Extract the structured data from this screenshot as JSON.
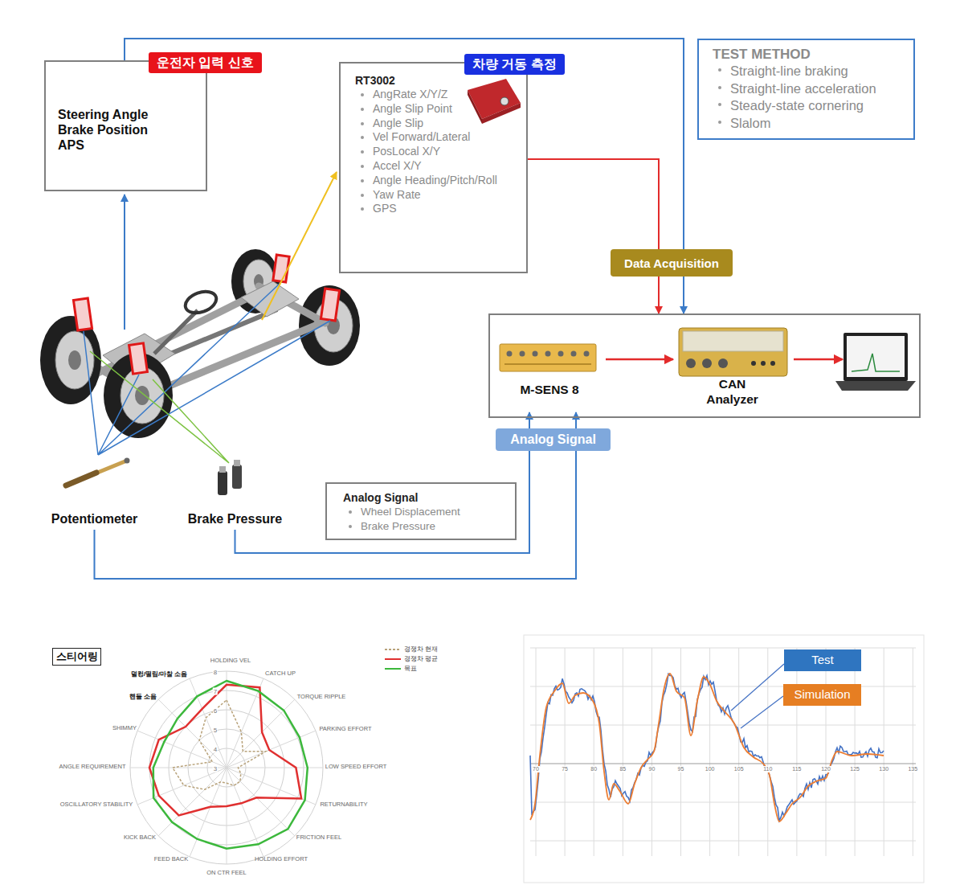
{
  "diagram": {
    "nodes": [
      {
        "text": [
          "운전자 입력 신호",
          "Steering Angle Brake Position APS"
        ]
      },
      {
        "text": [
          "차량 거동 측정",
          "RT3002",
          "AngRate X/Y/Z",
          "Angle Slip Point",
          "Angle Slip",
          "Vel Forward/Lateral",
          "PosLocal X/Y",
          "Accel X/Y",
          "Angle Heading/Pitch/Roll",
          "Yaw Rate",
          "GPS"
        ]
      },
      {
        "text": [
          "TEST METHOD",
          "Straight-line braking",
          "Straight-line acceleration",
          "Steady-state cornering",
          "Slalom"
        ]
      },
      {
        "text": []
      },
      {
        "text": [
          "M-SENS 8"
        ],
        "in": 3
      },
      {
        "text": [
          "CAN Analyzer"
        ],
        "in": 3
      },
      {
        "text": [
          "Analog Signal",
          "Wheel Displacement",
          "Brake Pressure"
        ]
      },
      {
        "text": [
          "Potentiometer"
        ]
      },
      {
        "text": [
          "Brake Pressure"
        ]
      },
      {
        "text": [
          "스티어링"
        ]
      },
      {
        "text": [
          "Test"
        ]
      },
      {
        "text": [
          "Simulation"
        ]
      }
    ],
    "edges": [
      {
        "from": 0,
        "to": 3,
        "arrow": "to"
      },
      {
        "from": 1,
        "to": 3,
        "label": "Data Acquisition",
        "arrow": "to"
      },
      {
        "from": 4,
        "to": 5,
        "arrow": "to"
      },
      {
        "from": 8,
        "to": 4,
        "label": "Analog Signal",
        "arrow": "to"
      },
      {
        "from": 7,
        "to": 4,
        "arrow": "to"
      }
    ],
    "labels": [
      "HOLDING VEL",
      "CATCH UP",
      "TORQUE RIPPLE",
      "PARKING EFFORT",
      "LOW SPEED EFFORT",
      "RETURNABILITY",
      "FRICTION FEEL",
      "HOLDING EFFORT",
      "ON CTR FEEL",
      "FEED BACK",
      "KICK BACK",
      "OSCILLATORY STABILITY",
      "ANGLE REQUIREMENT",
      "SHIMMY",
      "핸들 소음",
      "덜컹/떨림/마찰 소음",
      "8",
      "7",
      "6",
      "5",
      "4",
      "3",
      "70",
      "75",
      "80",
      "85",
      "90",
      "95",
      "100",
      "105",
      "110",
      "115",
      "120",
      "125",
      "130",
      "135"
    ],
    "legend": [
      {
        "text": "경쟁차 현재"
      },
      {
        "text": "경쟁차 평균"
      },
      {
        "text": "목표"
      }
    ]
  }
}
